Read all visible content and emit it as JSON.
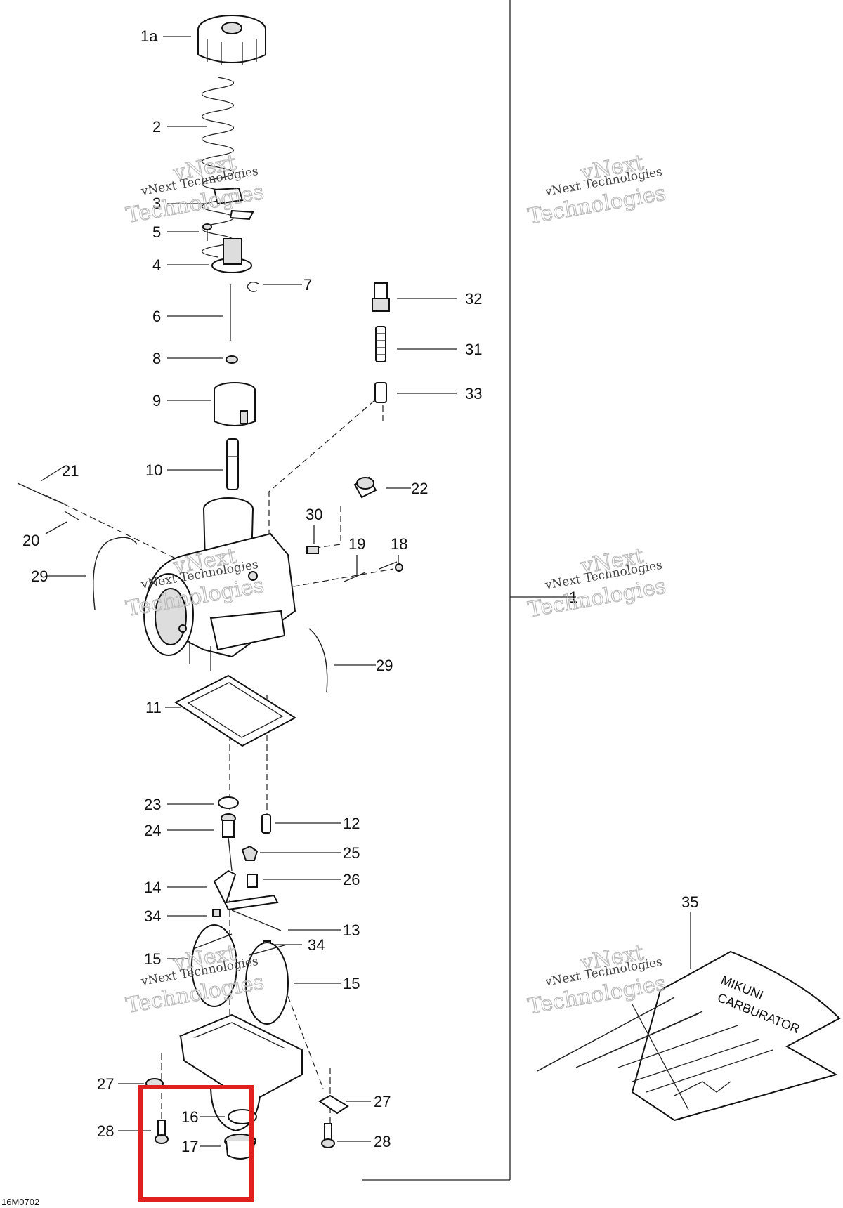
{
  "drawing_id": "16M0702",
  "watermark": {
    "line1": "vNext Technologies",
    "line2a": "vNext",
    "line2b": "Technologies"
  },
  "tool_kit_text": {
    "line1": "MIKUNI",
    "line2": "CARBURATOR"
  },
  "labels": {
    "l1a": "1a",
    "l1": "1",
    "l2": "2",
    "l3": "3",
    "l4": "4",
    "l5": "5",
    "l6": "6",
    "l7": "7",
    "l8": "8",
    "l9": "9",
    "l10": "10",
    "l11": "11",
    "l12": "12",
    "l13": "13",
    "l14": "14",
    "l15a": "15",
    "l15b": "15",
    "l16": "16",
    "l17": "17",
    "l18": "18",
    "l19": "19",
    "l20": "20",
    "l21": "21",
    "l22": "22",
    "l23": "23",
    "l24": "24",
    "l25": "25",
    "l26": "26",
    "l27a": "27",
    "l27b": "27",
    "l28a": "28",
    "l28b": "28",
    "l29a": "29",
    "l29b": "29",
    "l30": "30",
    "l31": "31",
    "l32": "32",
    "l33": "33",
    "l34a": "34",
    "l34b": "34",
    "l35": "35"
  },
  "highlight": {
    "color": "#e0201f",
    "items": [
      "16",
      "17"
    ]
  }
}
